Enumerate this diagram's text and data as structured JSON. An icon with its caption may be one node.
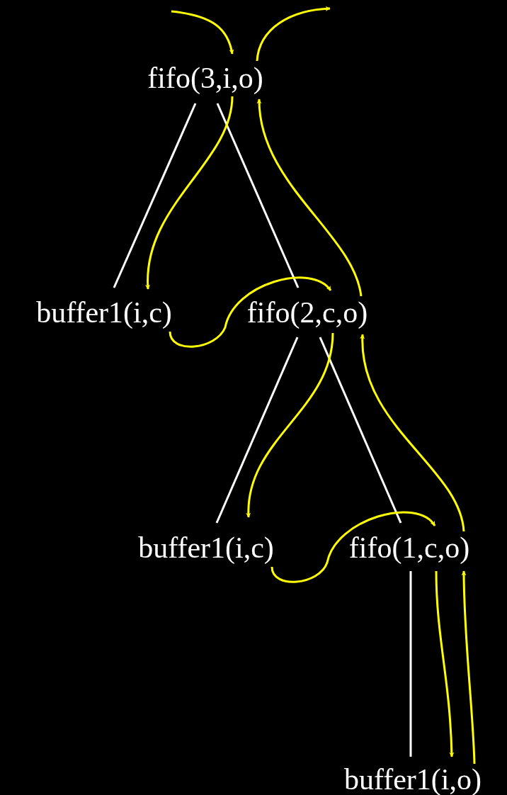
{
  "diagram": {
    "nodes": [
      {
        "text": [
          "fifo(3,i,o)"
        ]
      },
      {
        "text": [
          "buffer1(i,c)"
        ]
      },
      {
        "text": [
          "fifo(2,c,o)"
        ]
      },
      {
        "text": [
          "buffer1(i,c)"
        ]
      },
      {
        "text": [
          "fifo(1,c,o)"
        ]
      },
      {
        "text": [
          "buffer1(i,o)"
        ]
      }
    ],
    "edges": [
      {
        "from": 0,
        "to": 1,
        "arrow": "none",
        "color": "#ffffff"
      },
      {
        "from": 0,
        "to": 2,
        "arrow": "none",
        "color": "#ffffff"
      },
      {
        "from": 2,
        "to": 3,
        "arrow": "none",
        "color": "#ffffff"
      },
      {
        "from": 2,
        "to": 4,
        "arrow": "none",
        "color": "#ffffff"
      },
      {
        "from": 4,
        "to": 5,
        "arrow": "none",
        "color": "#ffffff"
      },
      {
        "from": null,
        "to": 0,
        "arrow": "to"
      },
      {
        "from": 0,
        "to": null,
        "arrow": "to"
      },
      {
        "from": 0,
        "to": 1,
        "arrow": "to"
      },
      {
        "from": 1,
        "to": 2,
        "arrow": "to"
      },
      {
        "from": 2,
        "to": 0,
        "arrow": "to"
      },
      {
        "from": 2,
        "to": 3,
        "arrow": "to"
      },
      {
        "from": 3,
        "to": 4,
        "arrow": "to"
      },
      {
        "from": 4,
        "to": 2,
        "arrow": "to"
      },
      {
        "from": 4,
        "to": 5,
        "arrow": "to"
      },
      {
        "from": 5,
        "to": 4,
        "arrow": "to"
      }
    ]
  }
}
